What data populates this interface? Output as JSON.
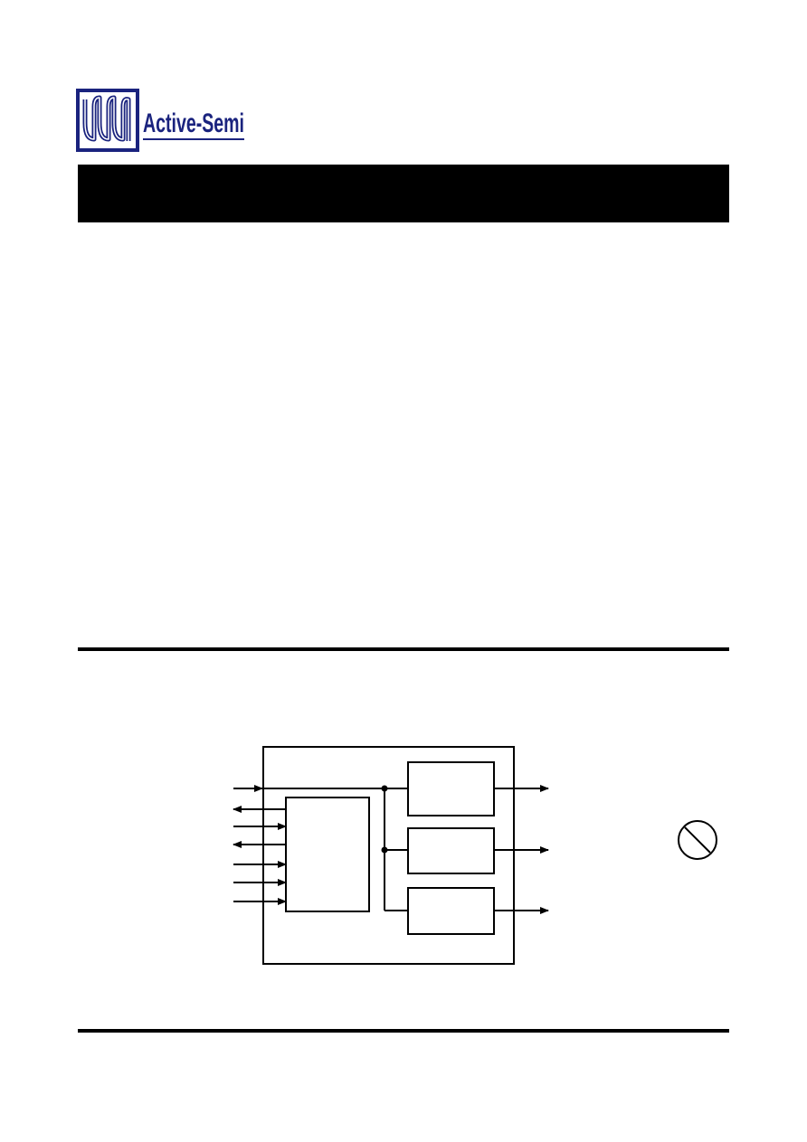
{
  "logo": {
    "text": "Active-Semi",
    "color": "#1a237e"
  },
  "title_bar": {
    "color": "#000000"
  },
  "diagram": {
    "input_arrow_directions": [
      "in",
      "out",
      "in",
      "out",
      "in",
      "in",
      "in"
    ],
    "output_count": 3
  },
  "icons": {
    "status": "no-symbol-icon"
  }
}
